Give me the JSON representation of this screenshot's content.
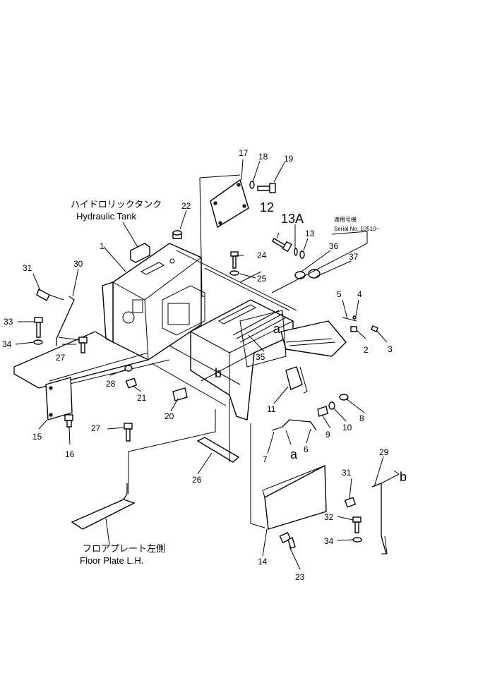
{
  "labels": {
    "hydraulic_tank_jp": "ハイドロリックタンク",
    "hydraulic_tank_en": "Hydraulic Tank",
    "serial_jp": "適用号機",
    "serial_en": "Serial No. 10510~",
    "floor_plate_jp": "フロアプレート左側",
    "floor_plate_en": "Floor Plate L.H.",
    "ref_a1": "a",
    "ref_a2": "a",
    "ref_b1": "b",
    "ref_b2": "b"
  },
  "parts": [
    "1",
    "2",
    "3",
    "4",
    "5",
    "6",
    "7",
    "8",
    "9",
    "10",
    "11",
    "12",
    "13A",
    "13",
    "14",
    "15",
    "16",
    "17",
    "18",
    "19",
    "20",
    "21",
    "22",
    "23",
    "24",
    "25",
    "26",
    "27",
    "27",
    "28",
    "29",
    "30",
    "31",
    "31",
    "32",
    "33",
    "34",
    "34",
    "35",
    "36",
    "37"
  ]
}
